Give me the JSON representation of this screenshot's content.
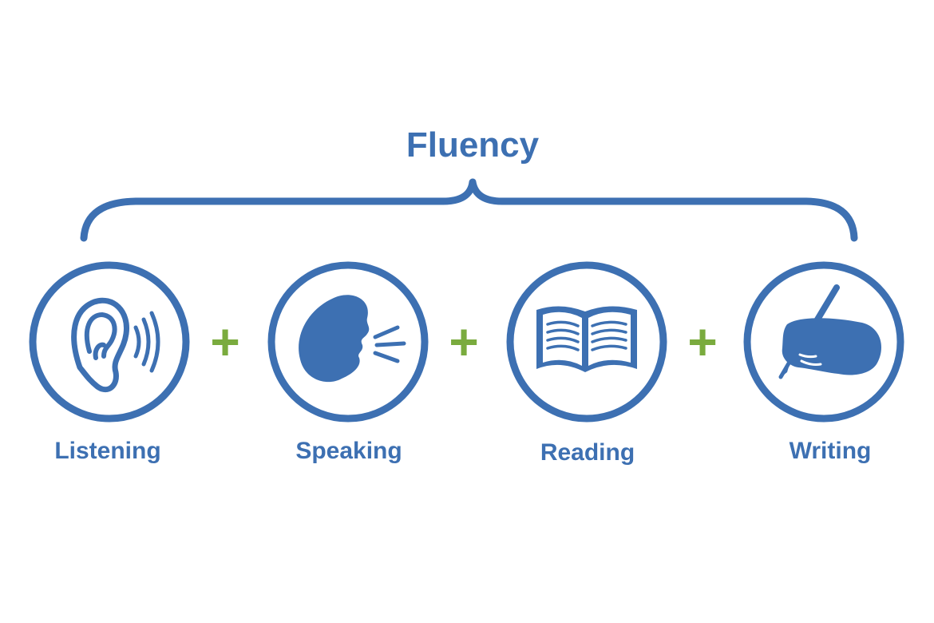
{
  "title": "Fluency",
  "skills": [
    {
      "label": "Listening",
      "icon": "ear-icon"
    },
    {
      "label": "Speaking",
      "icon": "speaking-head-icon"
    },
    {
      "label": "Reading",
      "icon": "open-book-icon"
    },
    {
      "label": "Writing",
      "icon": "writing-hand-icon"
    }
  ],
  "connector": "+",
  "colors": {
    "primary": "#3d70b2",
    "connector": "#7aab3e",
    "background": "#ffffff"
  }
}
